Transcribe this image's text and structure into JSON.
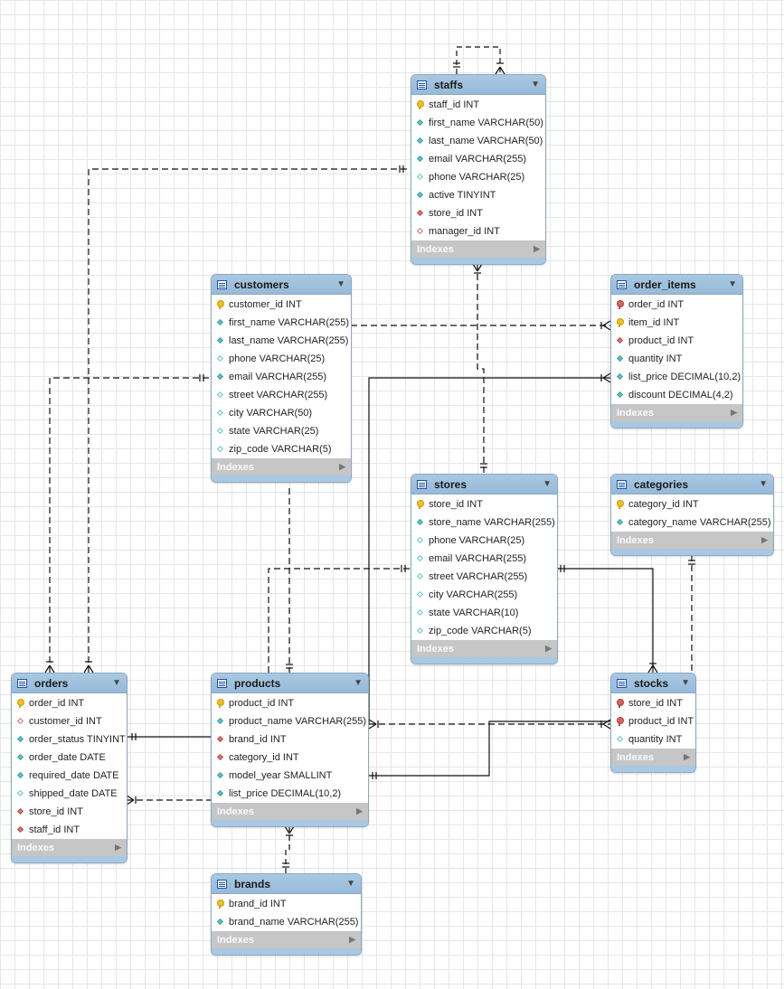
{
  "ui": {
    "indexes_label": "Indexes"
  },
  "tables": {
    "staffs": {
      "name": "staffs",
      "columns": [
        {
          "text": "staff_id INT",
          "icon": "pk"
        },
        {
          "text": "first_name VARCHAR(50)",
          "icon": "nn"
        },
        {
          "text": "last_name VARCHAR(50)",
          "icon": "nn"
        },
        {
          "text": "email VARCHAR(255)",
          "icon": "nn"
        },
        {
          "text": "phone VARCHAR(25)",
          "icon": "nul"
        },
        {
          "text": "active TINYINT",
          "icon": "nn"
        },
        {
          "text": "store_id INT",
          "icon": "fk"
        },
        {
          "text": "manager_id INT",
          "icon": "fkn"
        }
      ]
    },
    "customers": {
      "name": "customers",
      "columns": [
        {
          "text": "customer_id INT",
          "icon": "pk"
        },
        {
          "text": "first_name VARCHAR(255)",
          "icon": "nn"
        },
        {
          "text": "last_name VARCHAR(255)",
          "icon": "nn"
        },
        {
          "text": "phone VARCHAR(25)",
          "icon": "nul"
        },
        {
          "text": "email VARCHAR(255)",
          "icon": "nn"
        },
        {
          "text": "street VARCHAR(255)",
          "icon": "nul"
        },
        {
          "text": "city VARCHAR(50)",
          "icon": "nul"
        },
        {
          "text": "state VARCHAR(25)",
          "icon": "nul"
        },
        {
          "text": "zip_code VARCHAR(5)",
          "icon": "nul"
        }
      ]
    },
    "order_items": {
      "name": "order_items",
      "columns": [
        {
          "text": "order_id INT",
          "icon": "pkfk"
        },
        {
          "text": "item_id INT",
          "icon": "pk"
        },
        {
          "text": "product_id INT",
          "icon": "fk"
        },
        {
          "text": "quantity INT",
          "icon": "nn"
        },
        {
          "text": "list_price DECIMAL(10,2)",
          "icon": "nn"
        },
        {
          "text": "discount DECIMAL(4,2)",
          "icon": "nn"
        }
      ]
    },
    "stores": {
      "name": "stores",
      "columns": [
        {
          "text": "store_id INT",
          "icon": "pk"
        },
        {
          "text": "store_name VARCHAR(255)",
          "icon": "nn"
        },
        {
          "text": "phone VARCHAR(25)",
          "icon": "nul"
        },
        {
          "text": "email VARCHAR(255)",
          "icon": "nul"
        },
        {
          "text": "street VARCHAR(255)",
          "icon": "nul"
        },
        {
          "text": "city VARCHAR(255)",
          "icon": "nul"
        },
        {
          "text": "state VARCHAR(10)",
          "icon": "nul"
        },
        {
          "text": "zip_code VARCHAR(5)",
          "icon": "nul"
        }
      ]
    },
    "categories": {
      "name": "categories",
      "columns": [
        {
          "text": "category_id INT",
          "icon": "pk"
        },
        {
          "text": "category_name VARCHAR(255)",
          "icon": "nn"
        }
      ]
    },
    "orders": {
      "name": "orders",
      "columns": [
        {
          "text": "order_id INT",
          "icon": "pk"
        },
        {
          "text": "customer_id INT",
          "icon": "fkn"
        },
        {
          "text": "order_status TINYINT",
          "icon": "nn"
        },
        {
          "text": "order_date DATE",
          "icon": "nn"
        },
        {
          "text": "required_date DATE",
          "icon": "nn"
        },
        {
          "text": "shipped_date DATE",
          "icon": "nul"
        },
        {
          "text": "store_id INT",
          "icon": "fk"
        },
        {
          "text": "staff_id INT",
          "icon": "fk"
        }
      ]
    },
    "products": {
      "name": "products",
      "columns": [
        {
          "text": "product_id INT",
          "icon": "pk"
        },
        {
          "text": "product_name VARCHAR(255)",
          "icon": "nn"
        },
        {
          "text": "brand_id INT",
          "icon": "fk"
        },
        {
          "text": "category_id INT",
          "icon": "fk"
        },
        {
          "text": "model_year SMALLINT",
          "icon": "nn"
        },
        {
          "text": "list_price DECIMAL(10,2)",
          "icon": "nn"
        }
      ]
    },
    "stocks": {
      "name": "stocks",
      "columns": [
        {
          "text": "store_id INT",
          "icon": "pkfk"
        },
        {
          "text": "product_id INT",
          "icon": "pkfk"
        },
        {
          "text": "quantity INT",
          "icon": "nul"
        }
      ]
    },
    "brands": {
      "name": "brands",
      "columns": [
        {
          "text": "brand_id INT",
          "icon": "pk"
        },
        {
          "text": "brand_name VARCHAR(255)",
          "icon": "nn"
        }
      ]
    }
  }
}
